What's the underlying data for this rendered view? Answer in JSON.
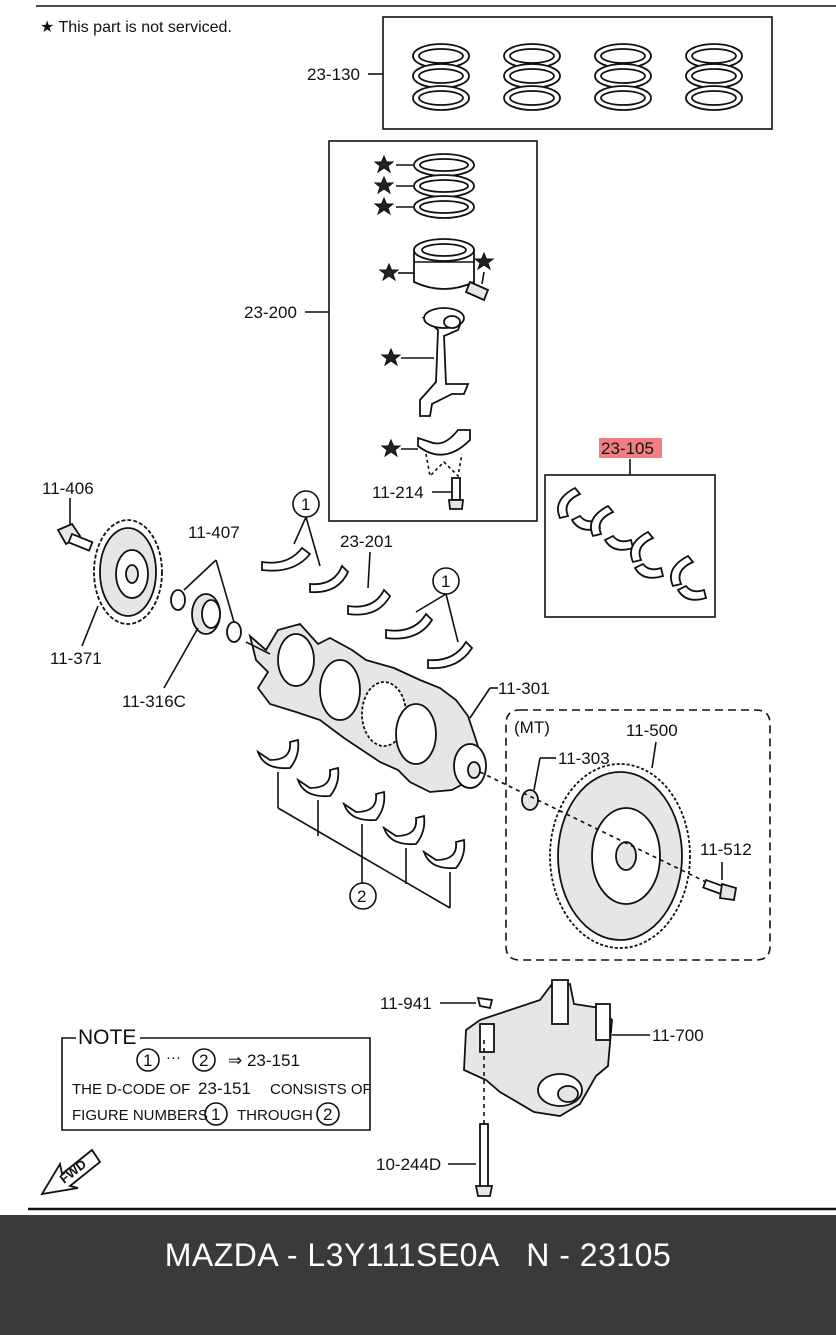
{
  "legend_note": "★ This part is not serviced.",
  "labels": {
    "p23_130": "23-130",
    "p23_200": "23-200",
    "p23_105": "23-105",
    "p11_214": "11-214",
    "p11_406": "11-406",
    "p11_407": "11-407",
    "p23_201": "23-201",
    "p11_371": "11-371",
    "p11_316c": "11-316C",
    "p11_301": "11-301",
    "mt": "(MT)",
    "p11_303": "11-303",
    "p11_500": "11-500",
    "p11_512": "11-512",
    "p11_941": "11-941",
    "p11_700": "11-700",
    "p10_244d": "10-244D",
    "callout1": "1",
    "callout2": "2",
    "fwd": "FWD"
  },
  "note": {
    "heading": "NOTE",
    "range_from": "1",
    "range_dots": "···",
    "range_to": "2",
    "arrow_code": "⇒ 23-151",
    "line2_a": "THE D-CODE OF",
    "line2_code": "23-151",
    "line2_b": "CONSISTS OF",
    "line3_a": "FIGURE NUMBERS",
    "line3_num1": "1",
    "line3_mid": "THROUGH",
    "line3_num2": "2"
  },
  "highlight_color": "#f08080",
  "footer": {
    "title": "MAZDA - L3Y111SE0A   N - 23105"
  }
}
